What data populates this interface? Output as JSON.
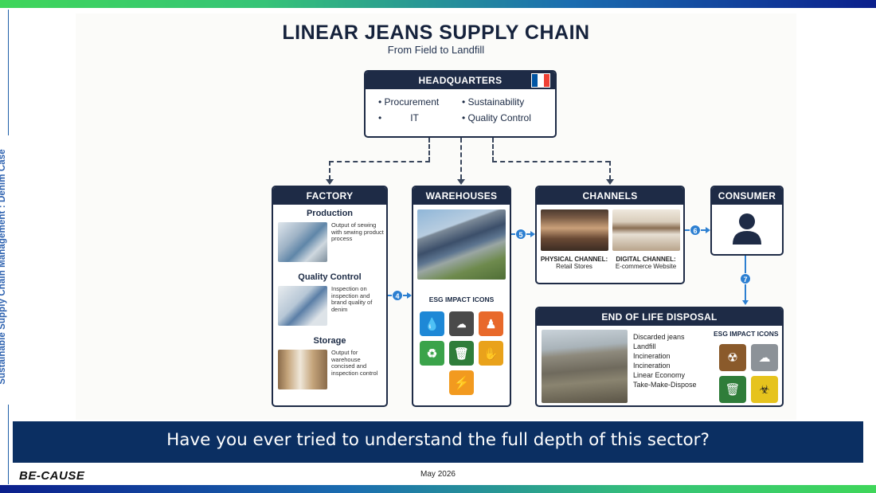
{
  "sidebar": {
    "title": "Sustainable Supply Chain Management : Denim Case"
  },
  "diagram": {
    "title": "LINEAR JEANS SUPPLY CHAIN",
    "subtitle": "From Field to Landfill",
    "headquarters": {
      "label": "HEADQUARTERS",
      "items": [
        "• Procurement",
        "• Sustainability",
        "•",
        "IT",
        "• Quality Control"
      ],
      "flag_colors": [
        "#0055a4",
        "#ffffff",
        "#ef4135"
      ]
    },
    "factory": {
      "label": "FACTORY",
      "sections": [
        {
          "title": "Production",
          "text": "Output of sewing with sewing product process"
        },
        {
          "title": "Quality Control",
          "text": "Inspection on inspection and brand quality of denim"
        },
        {
          "title": "Storage",
          "text": "Output for warehouse concised and inspection control"
        }
      ]
    },
    "warehouses": {
      "label": "WAREHOUSES",
      "esg_label": "ESG IMPACT ICONS",
      "icons": [
        {
          "name": "water-drop-icon",
          "color": "#1e88d6"
        },
        {
          "name": "co2-cloud-icon",
          "color": "#4a4a4a"
        },
        {
          "name": "worker-icon",
          "color": "#e8692b"
        },
        {
          "name": "recycle-icon",
          "color": "#3aa34a"
        },
        {
          "name": "trash-icon",
          "color": "#2f7d3a"
        },
        {
          "name": "hand-icon",
          "color": "#e9a21b"
        },
        {
          "name": "lightning-icon",
          "color": "#f29a1f"
        }
      ]
    },
    "channels": {
      "label": "CHANNELS",
      "physical_title": "PHYSICAL CHANNEL:",
      "physical_sub": "Retail Stores",
      "digital_title": "DIGITAL CHANNEL:",
      "digital_sub": "E-commerce Website"
    },
    "consumer": {
      "label": "CONSUMER"
    },
    "end_of_life": {
      "label": "END OF LIFE DISPOSAL",
      "items": [
        "Discarded jeans",
        "Landfill",
        "Incineration",
        "Incineration",
        "Linear Economy",
        "Take-Make-Dispose"
      ],
      "esg_label": "ESG IMPACT ICONS",
      "icons": [
        {
          "name": "pollution-icon",
          "color": "#8a5a2b"
        },
        {
          "name": "smog-icon",
          "color": "#8c9298"
        },
        {
          "name": "trash-icon",
          "color": "#2f7d3a"
        },
        {
          "name": "toxic-hazard-icon",
          "color": "#e6c31d"
        }
      ]
    },
    "steps": [
      "4",
      "5",
      "6",
      "7"
    ]
  },
  "banner": {
    "text": "Have you ever tried to understand the full depth of this sector?"
  },
  "footer": {
    "logo": "BE-CAUSE",
    "date": "May 2026"
  }
}
